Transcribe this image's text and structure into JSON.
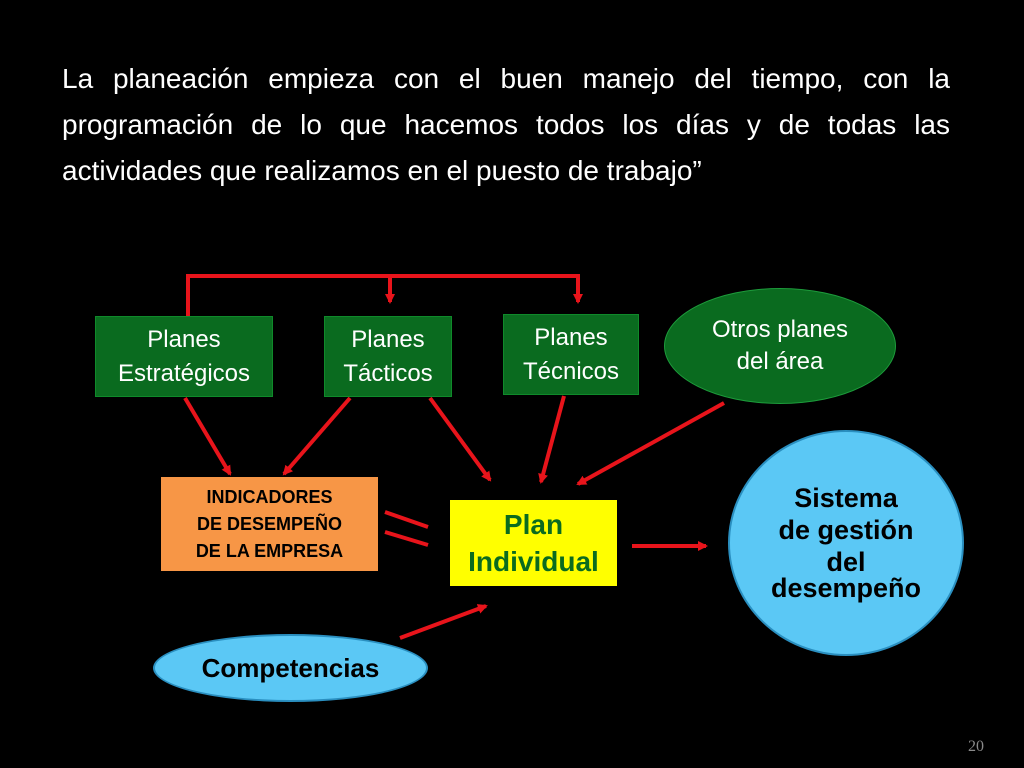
{
  "quote": "La planeación empieza con el buen manejo del tiempo, con la programación de lo que hacemos todos los días y de todas las actividades que realizamos en el puesto de trabajo”",
  "nodes": {
    "estrategicos": {
      "line1": "Planes",
      "line2": "Estratégicos"
    },
    "tacticos": {
      "line1": "Planes",
      "line2": "Tácticos"
    },
    "tecnicos": {
      "line1": "Planes",
      "line2": "Técnicos"
    },
    "otros": {
      "line1": "Otros planes",
      "line2": "del área"
    },
    "indicadores": {
      "line1": "INDICADORES",
      "line2": "DE DESEMPEÑO",
      "line3": "DE LA EMPRESA"
    },
    "individual": {
      "line1": "Plan",
      "line2": "Individual"
    },
    "sistema": {
      "line1": "Sistema",
      "line2": "de gestión",
      "line3": "del",
      "line4": "desempeño"
    },
    "competencias": {
      "label": "Competencias"
    }
  },
  "slide_number": "20",
  "colors": {
    "background": "#000000",
    "plan_box": "#0a6b1f",
    "indicadores": "#f79646",
    "plan_individual": "#ffff00",
    "sistema": "#5bc8f5",
    "arrow": "#e8141b"
  }
}
